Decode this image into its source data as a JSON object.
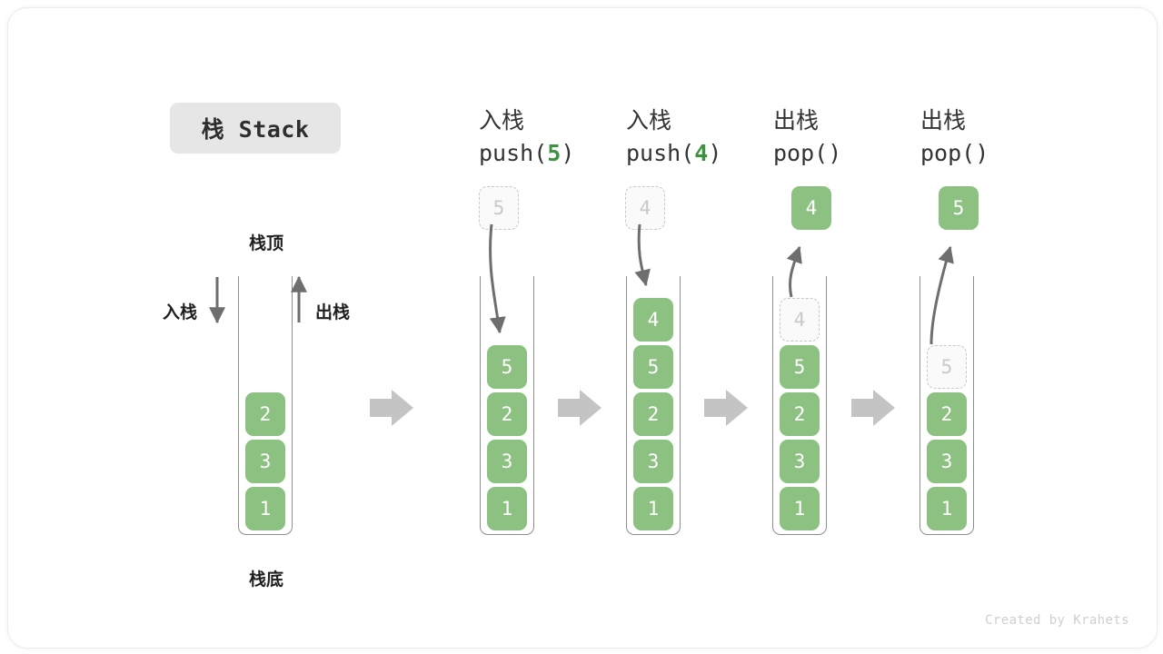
{
  "title": {
    "text": "栈 Stack"
  },
  "labels": {
    "push_side": "入栈",
    "pop_side": "出栈",
    "top": "栈顶",
    "bottom": "栈底"
  },
  "credit": "Created by Krahets",
  "colors": {
    "cell_green": "#8cc182",
    "accent_green": "#3f9142",
    "ghost_gray": "#c9c9c9",
    "arrow_gray": "#6e6e6e",
    "step_arrow_gray": "#c4c4c4",
    "chip_gray": "#e6e6e6",
    "container_border": "#8d8d8d"
  },
  "stages": [
    {
      "id": "initial",
      "head_op": "",
      "head_call_prefix": "",
      "head_call_num": "",
      "head_call_suffix": "",
      "floating": null,
      "ghost_in_stack": null,
      "cells": [
        "2",
        "3",
        "1"
      ]
    },
    {
      "id": "push-5",
      "head_op": "入栈",
      "head_call_prefix": "push(",
      "head_call_num": "5",
      "head_call_suffix": ")",
      "floating": {
        "value": "5",
        "style": "ghost"
      },
      "ghost_in_stack": null,
      "cells": [
        "5",
        "2",
        "3",
        "1"
      ]
    },
    {
      "id": "push-4",
      "head_op": "入栈",
      "head_call_prefix": "push(",
      "head_call_num": "4",
      "head_call_suffix": ")",
      "floating": {
        "value": "4",
        "style": "ghost"
      },
      "ghost_in_stack": null,
      "cells": [
        "4",
        "5",
        "2",
        "3",
        "1"
      ]
    },
    {
      "id": "pop-4",
      "head_op": "出栈",
      "head_call_prefix": "pop(",
      "head_call_num": "",
      "head_call_suffix": ")",
      "floating": {
        "value": "4",
        "style": "solid"
      },
      "ghost_in_stack": "4",
      "cells": [
        "5",
        "2",
        "3",
        "1"
      ]
    },
    {
      "id": "pop-5",
      "head_op": "出栈",
      "head_call_prefix": "pop(",
      "head_call_num": "",
      "head_call_suffix": ")",
      "floating": {
        "value": "5",
        "style": "solid"
      },
      "ghost_in_stack": "5",
      "cells": [
        "2",
        "3",
        "1"
      ]
    }
  ]
}
